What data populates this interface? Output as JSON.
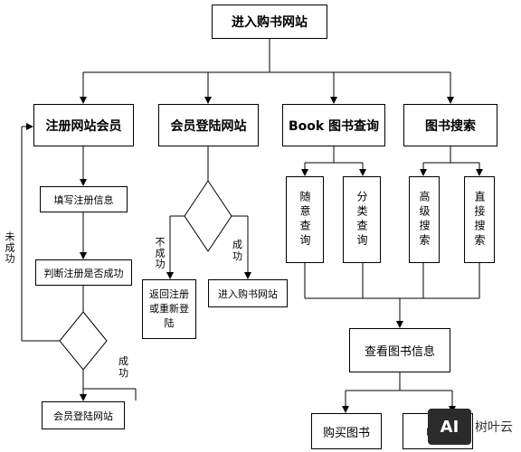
{
  "top": {
    "title": "进入购书网站"
  },
  "level1": {
    "register": "注册网站会员",
    "login": "会员登陆网站",
    "book_query": "Book 图书查询",
    "book_search": "图书搜索"
  },
  "register_flow": {
    "fill_info": "填写注册信息",
    "check": "判断注册是否成功",
    "fail_label": "未成功",
    "success_label": "成功",
    "result": "会员登陆网站"
  },
  "login_flow": {
    "fail_label": "不成功",
    "success_label": "成功",
    "fail_result": "返回注册或重新登陆",
    "success_result": "进入购书网站"
  },
  "query_flow": {
    "random": "随意查询",
    "category": "分类查询"
  },
  "search_flow": {
    "advanced": "高级搜索",
    "direct": "直接搜索"
  },
  "common": {
    "view_info": "查看图书信息",
    "buy": "购买图书",
    "collect": "收藏"
  },
  "watermark": {
    "badge": "AI",
    "text": "树叶云"
  }
}
